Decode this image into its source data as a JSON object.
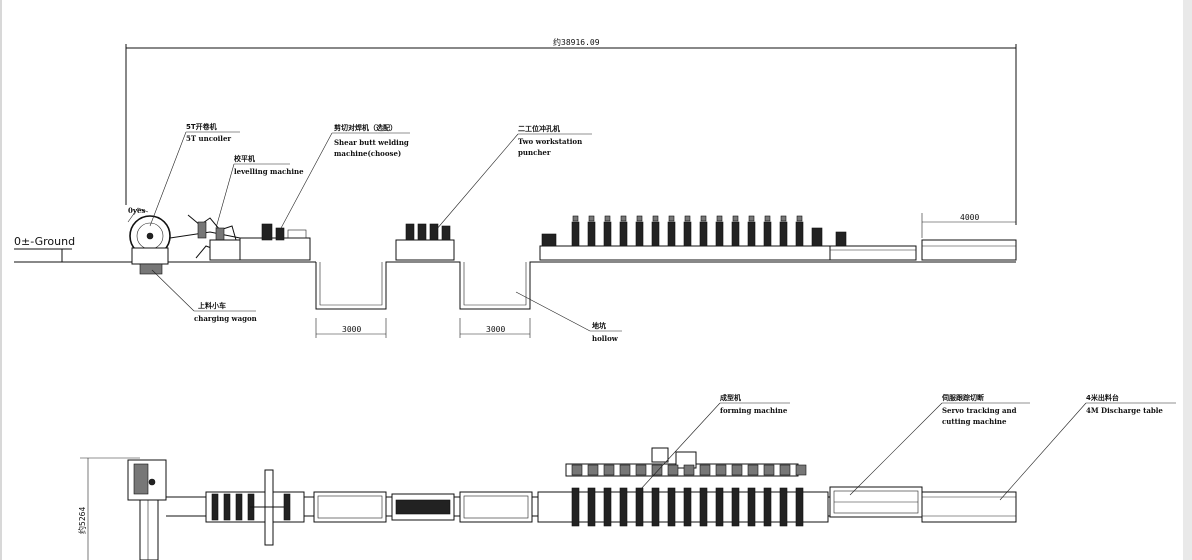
{
  "drawing": {
    "overall_length": "约38916.09",
    "ground_label": "0±-Ground",
    "pit_width_1": "3000",
    "pit_width_2": "3000",
    "discharge_length": "4000",
    "plan_width": "约5264"
  },
  "callouts": {
    "uncoiler": {
      "cn": "5T开卷机",
      "en": "5T uncoiler"
    },
    "levelling": {
      "cn": "校平机",
      "en": "levelling machine"
    },
    "welding": {
      "cn": "剪切对焊机（选配）",
      "en1": "Shear butt welding",
      "en2": "machine(choose)"
    },
    "puncher": {
      "cn": "二工位冲孔机",
      "en1": "Two workstation",
      "en2": "puncher"
    },
    "wagon": {
      "cn": "上料小车",
      "en": "charging wagon"
    },
    "hollow": {
      "cn": "地坑",
      "en": "hollow"
    },
    "forming": {
      "cn": "成型机",
      "en": "forming machine"
    },
    "servo": {
      "cn": "伺服跟踪切断",
      "en1": "Servo tracking and",
      "en2": "cutting machine"
    },
    "discharge": {
      "cn": "4米出料台",
      "en": "4M Discharge table"
    }
  },
  "colors": {
    "line": "#111111",
    "background": "#ffffff"
  }
}
